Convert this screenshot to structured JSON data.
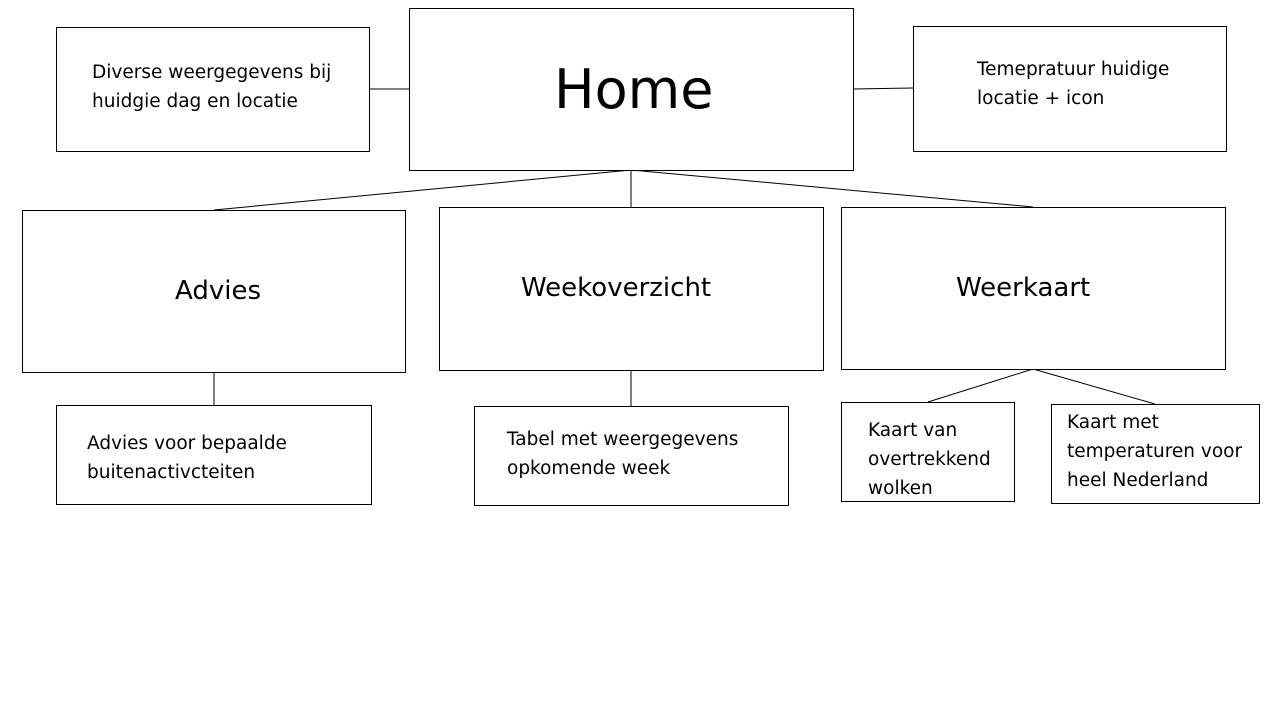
{
  "home": {
    "title": "Home"
  },
  "left_note": {
    "line1": "Diverse weergegevens bij",
    "line2": "huidgie dag en locatie"
  },
  "right_note": {
    "line1": "Temepratuur huidige",
    "line2": "locatie + icon"
  },
  "advies": {
    "title": "Advies",
    "note_line1": "Advies voor bepaalde",
    "note_line2": "buitenactivcteiten"
  },
  "weekoverzicht": {
    "title": "Weekoverzicht",
    "note_line1": "Tabel met weergegevens",
    "note_line2": "opkomende week"
  },
  "weerkaart": {
    "title": "Weerkaart",
    "clouds_line1": "Kaart van",
    "clouds_line2": "overtrekkend",
    "clouds_line3": "wolken",
    "temps_line1": "Kaart met",
    "temps_line2": "temperaturen voor",
    "temps_line3": "heel Nederland"
  }
}
